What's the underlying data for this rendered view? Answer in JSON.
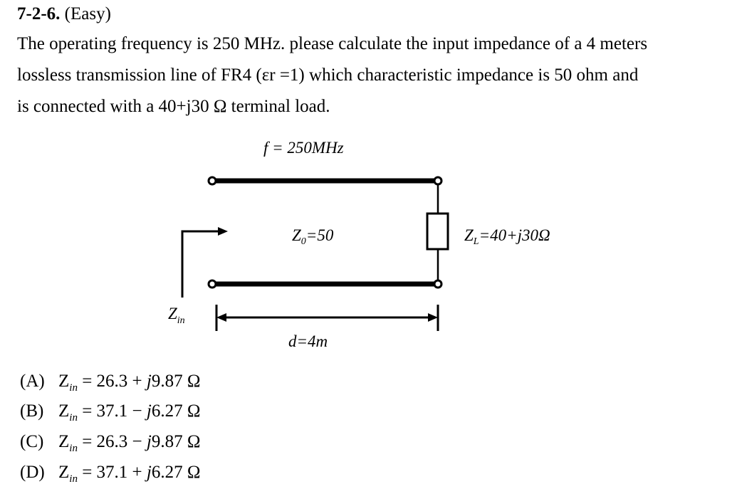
{
  "problem": {
    "number": "7-2-6.",
    "difficulty": "(Easy)",
    "lines": [
      "The operating frequency is 250 MHz. please calculate the input impedance of a 4 meters",
      "lossless transmission line of FR4 (εr =1) which characteristic impedance is 50 ohm and",
      "is connected with a 40+j30 Ω terminal load."
    ]
  },
  "diagram": {
    "frequency": "f = 250MHz",
    "z0_label": "Z",
    "z0_sub": "0",
    "z0_value": "=50",
    "zl_label": "Z",
    "zl_sub": "L",
    "zl_value": "=40+j30Ω",
    "zin_label": "Z",
    "zin_sub": "in",
    "length": "d=4m"
  },
  "options": [
    {
      "letter": "(A)",
      "z": "Z",
      "sub": "in",
      "expr": " = 26.3 + ",
      "j": "j",
      "val": "9.87 Ω"
    },
    {
      "letter": "(B)",
      "z": "Z",
      "sub": "in",
      "expr": " = 37.1 − ",
      "j": "j",
      "val": "6.27 Ω"
    },
    {
      "letter": "(C)",
      "z": "Z",
      "sub": "in",
      "expr": " = 26.3 − ",
      "j": "j",
      "val": "9.87 Ω"
    },
    {
      "letter": "(D)",
      "z": "Z",
      "sub": "in",
      "expr": " = 37.1 + ",
      "j": "j",
      "val": "6.27 Ω"
    }
  ]
}
